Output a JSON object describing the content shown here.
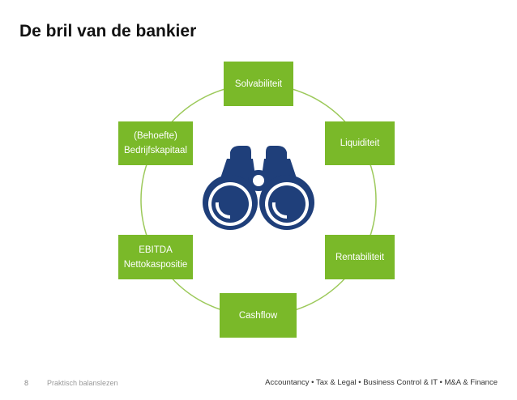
{
  "title": "De bril van de bankier",
  "boxes": {
    "solvabiliteit": "Solvabiliteit",
    "liquiditeit": "Liquiditeit",
    "rentabiliteit": "Rentabiliteit",
    "cashflow": "Cashflow",
    "ebitda_line1": "EBITDA",
    "ebitda_line2": "Nettokaspositie",
    "behoefte_line1": "(Behoefte)",
    "behoefte_line2": "Bedrijfskapitaal"
  },
  "footer": {
    "page_number": "8",
    "left_text": "Praktisch balanslezen",
    "right_text": "Accountancy • Tax & Legal • Business Control & IT • M&A & Finance"
  },
  "colors": {
    "accent_green": "#7ab929",
    "binocular_navy": "#1f3f7a"
  },
  "icons": {
    "center": "binoculars-icon"
  }
}
